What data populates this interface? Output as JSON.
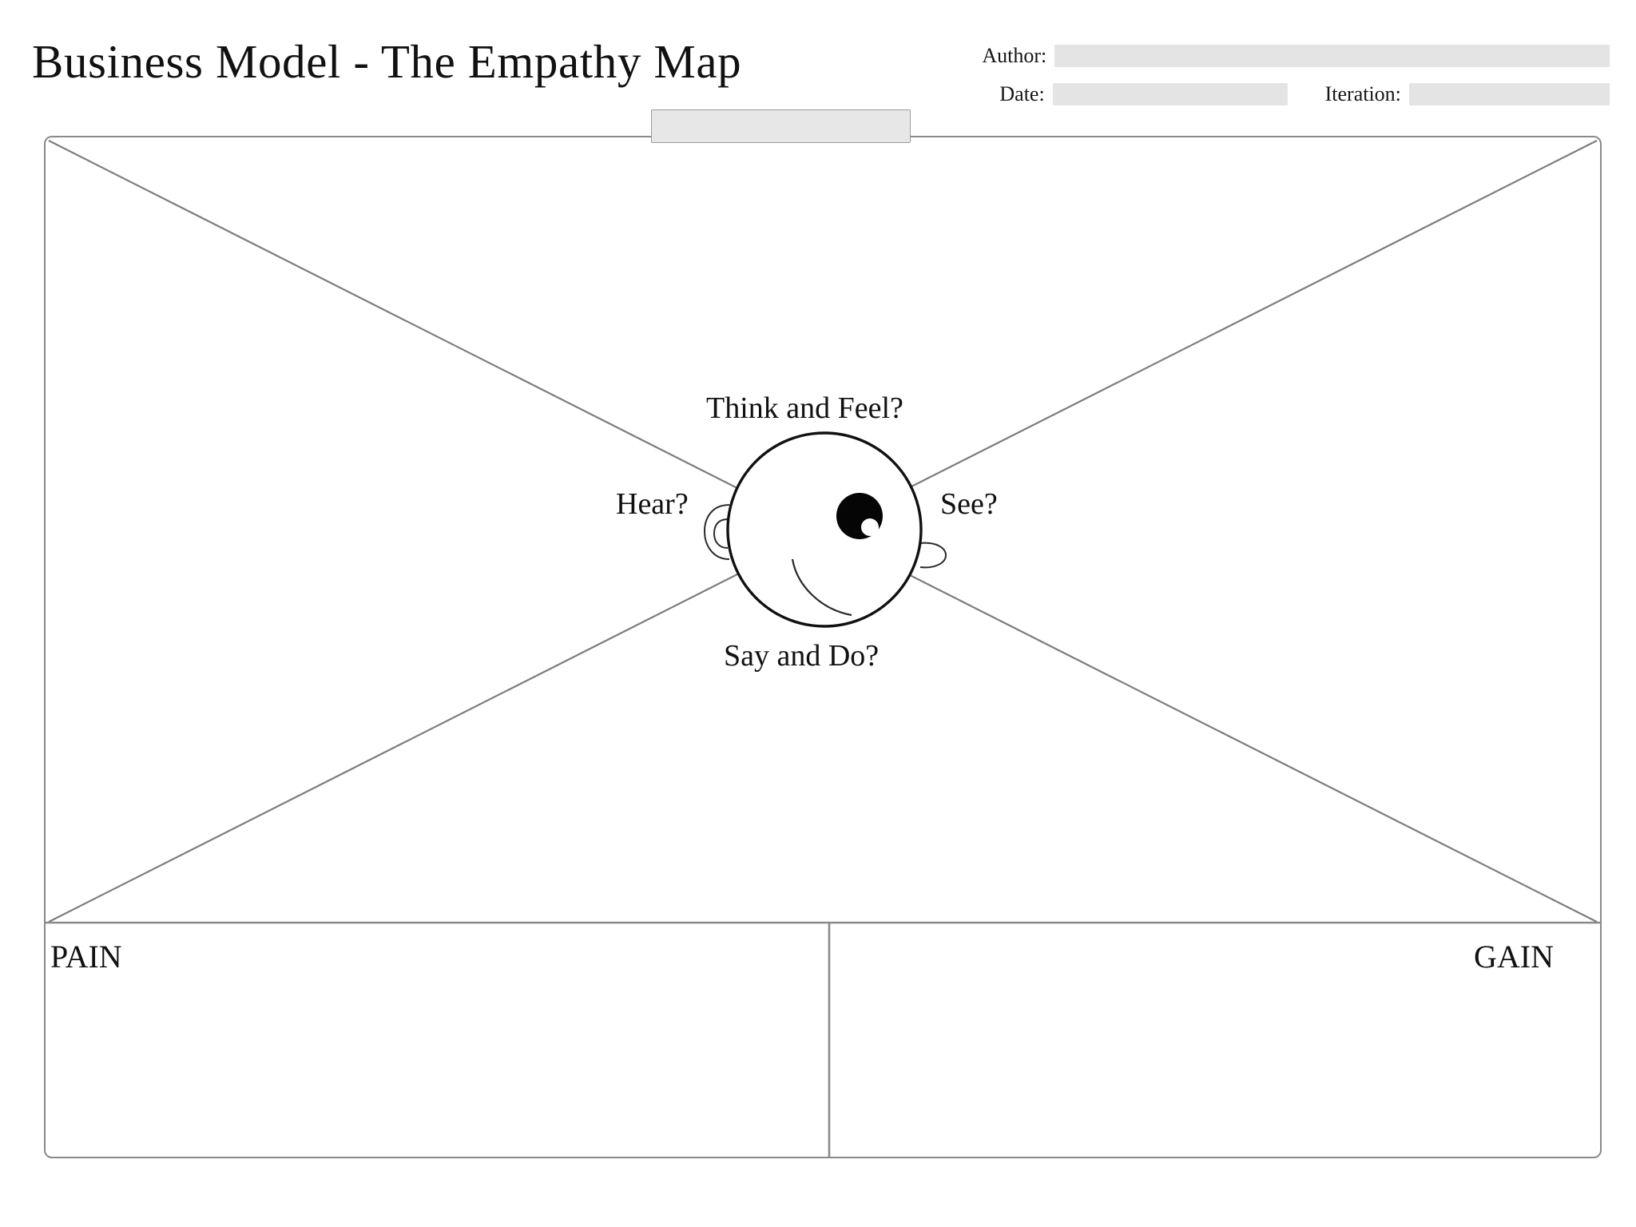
{
  "header": {
    "title": "Business Model - The Empathy Map",
    "meta": {
      "author_label": "Author:",
      "author_value": "",
      "date_label": "Date:",
      "date_value": "",
      "iteration_label": "Iteration:",
      "iteration_value": ""
    }
  },
  "canvas": {
    "title_tab_value": "",
    "quadrants": [
      {
        "key": "think",
        "label": "Think and Feel?",
        "position": "top"
      },
      {
        "key": "hear",
        "label": "Hear?",
        "position": "left"
      },
      {
        "key": "see",
        "label": "See?",
        "position": "right"
      },
      {
        "key": "say",
        "label": "Say and Do?",
        "position": "bottom"
      }
    ],
    "bottom": {
      "pain_label": "PAIN",
      "pain_value": "",
      "gain_label": "GAIN",
      "gain_value": ""
    }
  },
  "icons": {
    "head": "face-head-icon",
    "eye": "eye-icon",
    "eye_highlight": "eye-highlight-icon",
    "ear_left": "ear-left-icon",
    "ear_right": "ear-right-icon",
    "mouth": "smile-icon"
  },
  "colors": {
    "background": "#ffffff",
    "frame_stroke": "#8a8a8a",
    "diagonal_stroke": "#7d7d7d",
    "face_stroke": "#111111",
    "field_fill": "#e4e4e4",
    "tab_fill": "#e7e7e7",
    "text": "#111111"
  }
}
